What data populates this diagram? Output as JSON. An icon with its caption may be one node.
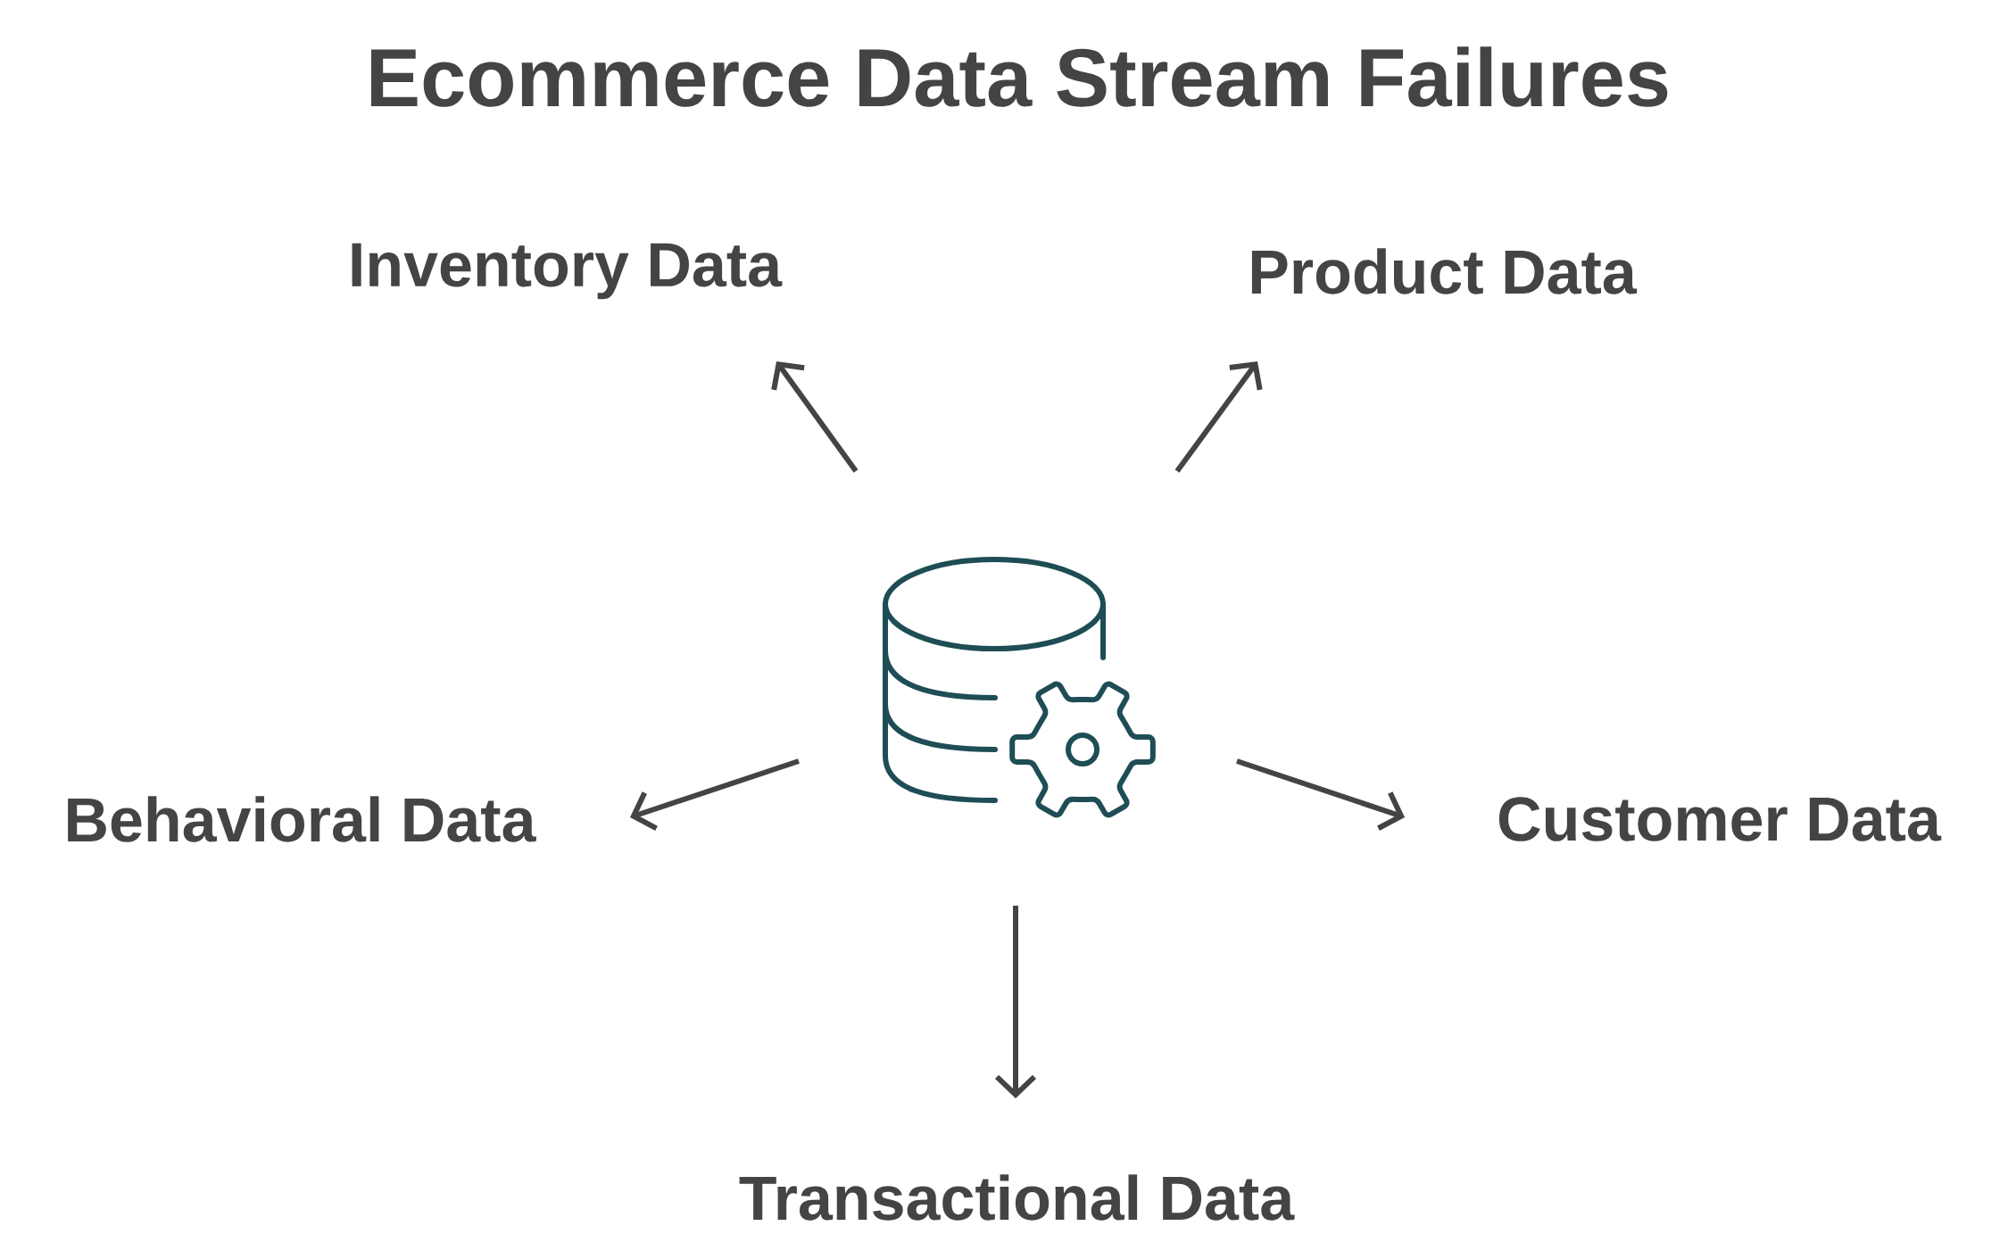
{
  "diagram": {
    "title": "Ecommerce Data Stream Failures",
    "nodes": [
      {
        "text": [
          "Inventory Data"
        ]
      },
      {
        "text": [
          "Product Data"
        ]
      },
      {
        "text": [],
        "shape": "cylinder"
      },
      {
        "text": [
          "Behavioral Data"
        ]
      },
      {
        "text": [
          "Customer Data"
        ]
      },
      {
        "text": [
          "Transactional Data"
        ]
      }
    ],
    "edges": [
      {
        "from": 2,
        "to": 0,
        "arrow": "to"
      },
      {
        "from": 2,
        "to": 1,
        "arrow": "to"
      },
      {
        "from": 2,
        "to": 3,
        "arrow": "to"
      },
      {
        "from": 2,
        "to": 4,
        "arrow": "to"
      },
      {
        "from": 2,
        "to": 5,
        "arrow": "to"
      }
    ]
  }
}
